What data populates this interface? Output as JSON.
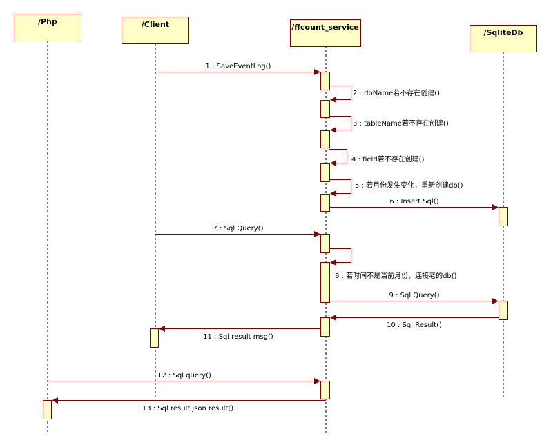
{
  "diagram": {
    "type": "uml-sequence",
    "colors": {
      "box_fill": "#ffffc8",
      "border": "#800000",
      "arrow": "#800000",
      "lifeline": "#000000"
    },
    "participants": [
      {
        "id": "php",
        "label": "/Php"
      },
      {
        "id": "client",
        "label": "/Client"
      },
      {
        "id": "service",
        "label": "/ffcount_service"
      },
      {
        "id": "sqlitedb",
        "label": "/SqliteDb"
      }
    ],
    "messages": [
      {
        "n": 1,
        "from": "client",
        "to": "service",
        "label": "1 : SaveEventLog()"
      },
      {
        "n": 2,
        "from": "service",
        "to": "service",
        "label": "2 : dbName若不存在创建()"
      },
      {
        "n": 3,
        "from": "service",
        "to": "service",
        "label": "3 : tableName若不存在创建()"
      },
      {
        "n": 4,
        "from": "service",
        "to": "service",
        "label": "4 : field若不存在创建()"
      },
      {
        "n": 5,
        "from": "service",
        "to": "service",
        "label": "5 : 若月份发生变化，重新创建db()"
      },
      {
        "n": 6,
        "from": "service",
        "to": "sqlitedb",
        "label": "6 : Insert Sql()"
      },
      {
        "n": 7,
        "from": "client",
        "to": "service",
        "label": "7 : Sql Query()"
      },
      {
        "n": 8,
        "from": "service",
        "to": "service",
        "label": "8 : 若时间不是当前月份，连接老的db()"
      },
      {
        "n": 9,
        "from": "service",
        "to": "sqlitedb",
        "label": "9 : Sql Query()"
      },
      {
        "n": 10,
        "from": "sqlitedb",
        "to": "service",
        "label": "10 : Sql Result()"
      },
      {
        "n": 11,
        "from": "service",
        "to": "client",
        "label": "11 : Sql result msg()"
      },
      {
        "n": 12,
        "from": "php",
        "to": "service",
        "label": "12 : Sql query()"
      },
      {
        "n": 13,
        "from": "service",
        "to": "php",
        "label": "13 : Sql result json result()"
      }
    ]
  }
}
